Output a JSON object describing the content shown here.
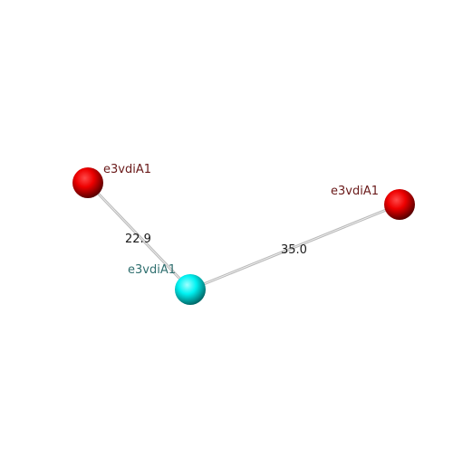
{
  "scene": {
    "nodes": [
      {
        "id": "n1",
        "label": "e3vdiA1",
        "color": "#ff0000",
        "label_color": "#6a1a1a"
      },
      {
        "id": "n2",
        "label": "e3vdiA1",
        "color": "#00ffff",
        "label_color": "#2f6f6f"
      },
      {
        "id": "n3",
        "label": "e3vdiA1",
        "color": "#ff0000",
        "label_color": "#6a1a1a"
      }
    ],
    "edges": [
      {
        "from": "n1",
        "to": "n2",
        "label": "22.9"
      },
      {
        "from": "n2",
        "to": "n3",
        "label": "35.0"
      }
    ]
  }
}
